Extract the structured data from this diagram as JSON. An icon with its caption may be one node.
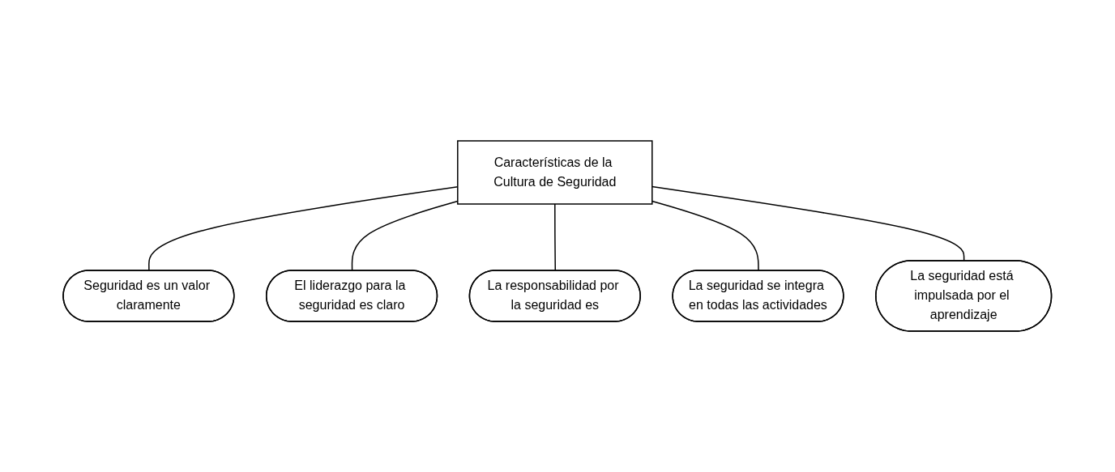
{
  "diagram": {
    "nodes": [
      {
        "text": [
          "Características de la Cultura de Seguridad"
        ]
      },
      {
        "text": [
          "Seguridad es un valor claramente"
        ]
      },
      {
        "text": [
          "El liderazgo para la seguridad es claro"
        ]
      },
      {
        "text": [
          "La responsabilidad por la seguridad es"
        ]
      },
      {
        "text": [
          "La seguridad se integra en todas las actividades"
        ]
      },
      {
        "text": [
          "La seguridad está impulsada por el aprendizaje"
        ]
      }
    ],
    "edges": [
      {
        "from": 0,
        "to": 1,
        "arrow": "none"
      },
      {
        "from": 0,
        "to": 2,
        "arrow": "none"
      },
      {
        "from": 0,
        "to": 3,
        "arrow": "none"
      },
      {
        "from": 0,
        "to": 4,
        "arrow": "none"
      },
      {
        "from": 0,
        "to": 5,
        "arrow": "none"
      }
    ]
  }
}
